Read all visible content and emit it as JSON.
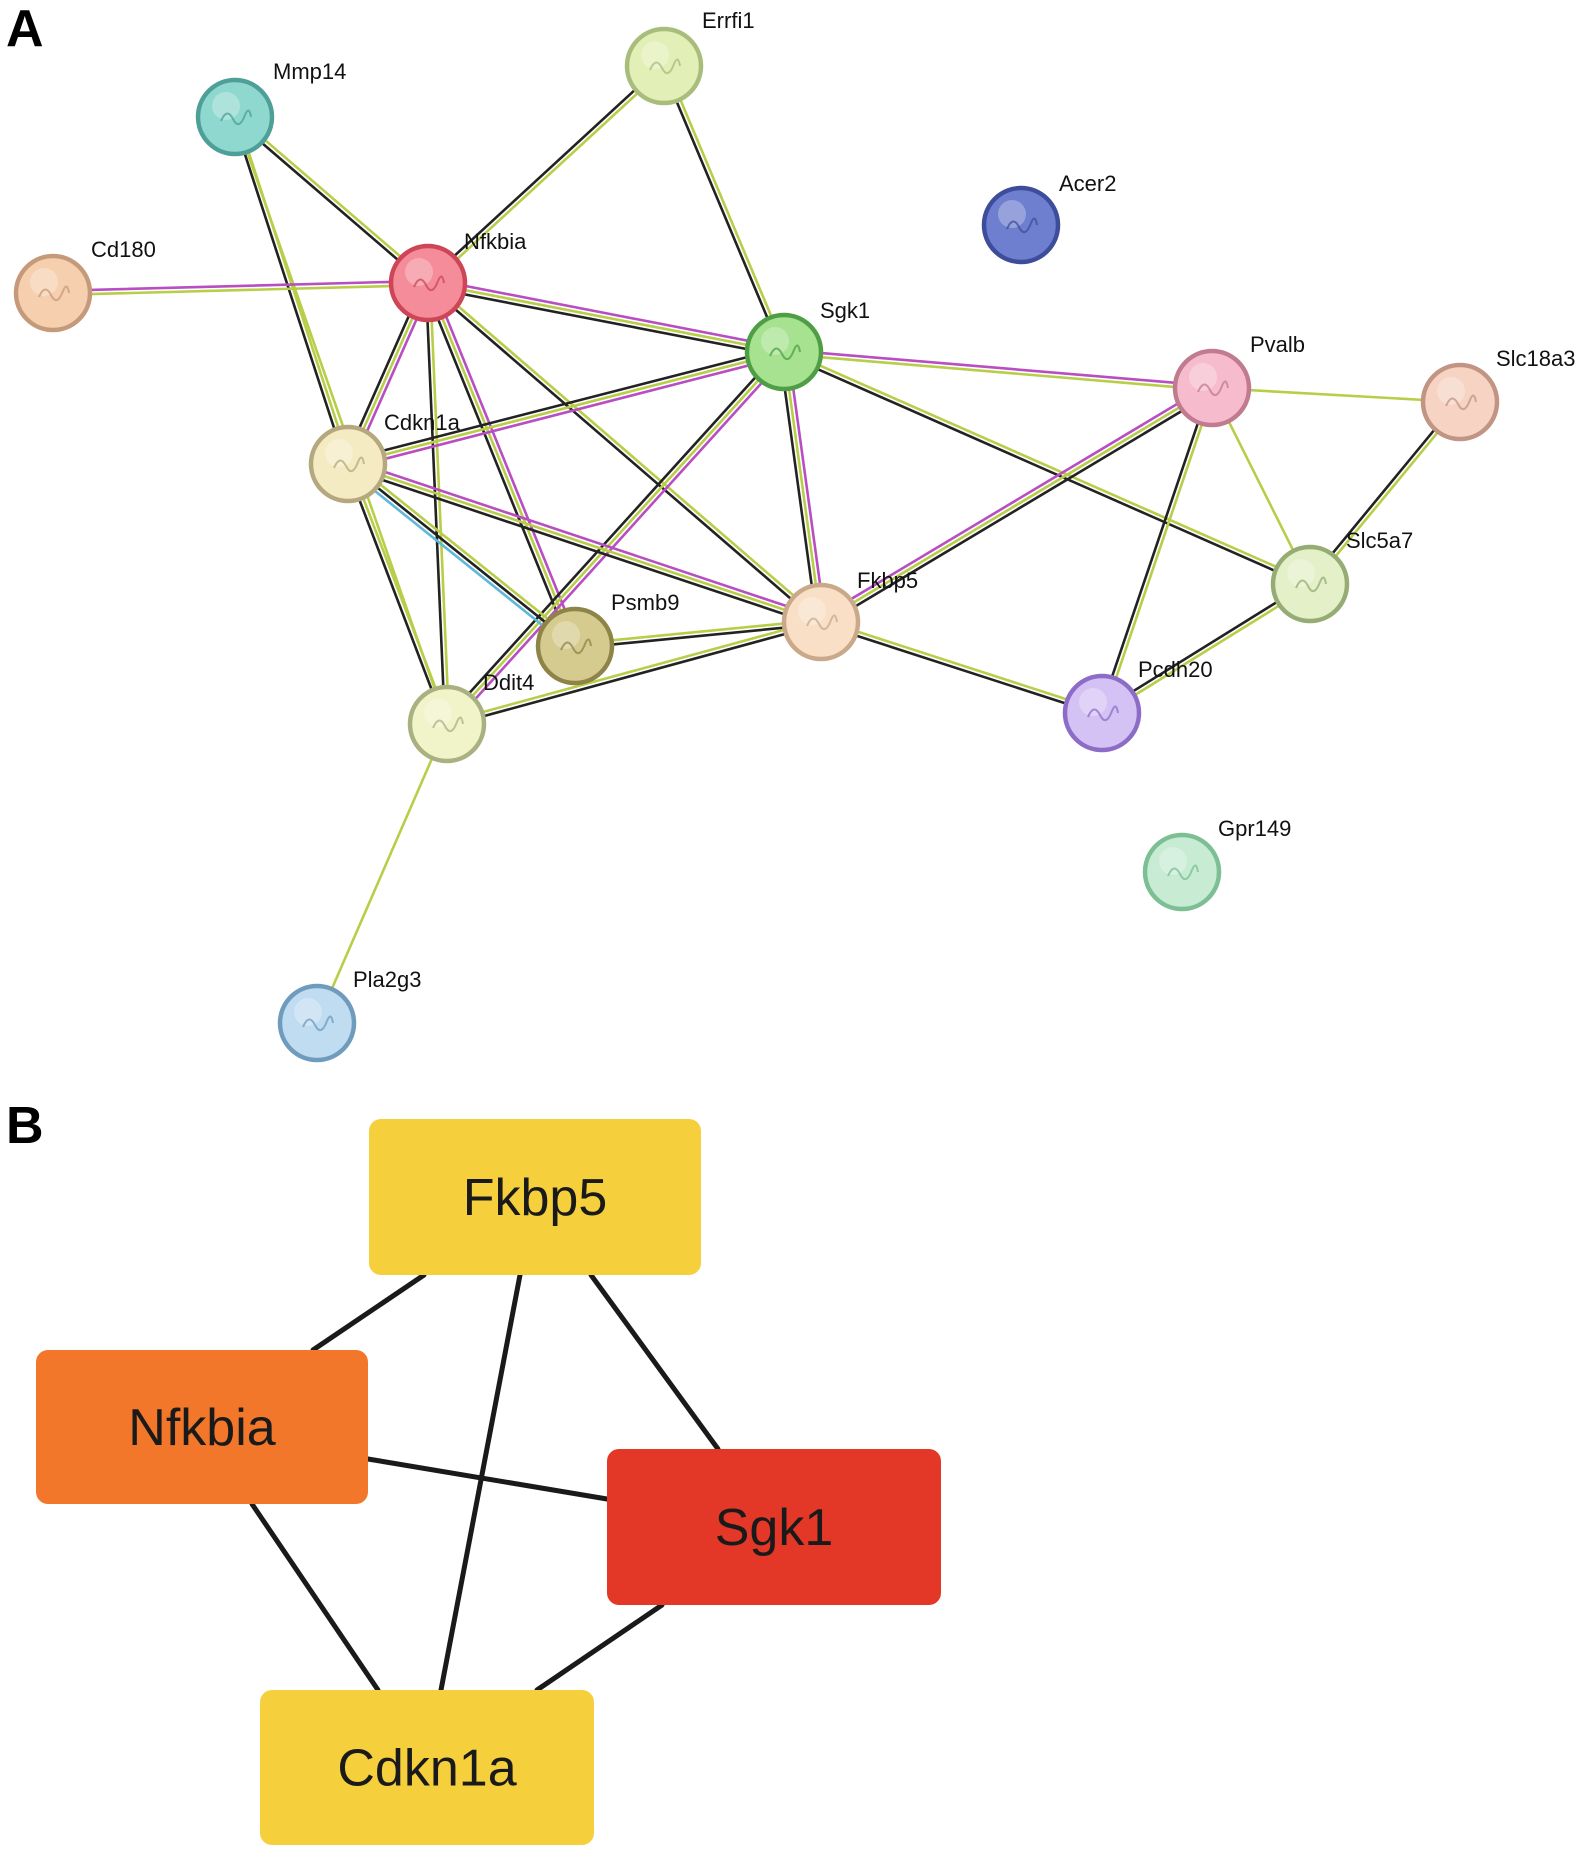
{
  "panel_a": {
    "label": "A",
    "nodes": [
      {
        "id": "Errfi1",
        "label": "Errfi1",
        "color": "#e2efb6",
        "border": "#a9bd7a"
      },
      {
        "id": "Mmp14",
        "label": "Mmp14",
        "color": "#8fd8cf",
        "border": "#4e9f97"
      },
      {
        "id": "Acer2",
        "label": "Acer2",
        "color": "#6f7fcf",
        "border": "#3d4d9a"
      },
      {
        "id": "Cd180",
        "label": "Cd180",
        "color": "#f6cfae",
        "border": "#c59a7a"
      },
      {
        "id": "Nfkbia",
        "label": "Nfkbia",
        "color": "#f48c99",
        "border": "#cd4556"
      },
      {
        "id": "Sgk1",
        "label": "Sgk1",
        "color": "#a6e28f",
        "border": "#4f9e45"
      },
      {
        "id": "Pvalb",
        "label": "Pvalb",
        "color": "#f6bccd",
        "border": "#c07b8f"
      },
      {
        "id": "Slc18a3",
        "label": "Slc18a3",
        "color": "#f6d3c3",
        "border": "#c19484"
      },
      {
        "id": "Cdkn1a",
        "label": "Cdkn1a",
        "color": "#f4ebc3",
        "border": "#b6a87e"
      },
      {
        "id": "Slc5a7",
        "label": "Slc5a7",
        "color": "#e3f0c8",
        "border": "#96ac74"
      },
      {
        "id": "Fkbp5",
        "label": "Fkbp5",
        "color": "#f8dfc6",
        "border": "#c9a98a"
      },
      {
        "id": "Psmb9",
        "label": "Psmb9",
        "color": "#d6cb8f",
        "border": "#8e8447"
      },
      {
        "id": "Ddit4",
        "label": "Ddit4",
        "color": "#f1f3c9",
        "border": "#aab181"
      },
      {
        "id": "Pcdh20",
        "label": "Pcdh20",
        "color": "#d5c2f4",
        "border": "#8d6cc8"
      },
      {
        "id": "Gpr149",
        "label": "Gpr149",
        "color": "#c7ecd3",
        "border": "#7cbf94"
      },
      {
        "id": "Pla2g3",
        "label": "Pla2g3",
        "color": "#bfdcf0",
        "border": "#6f9bbd"
      }
    ],
    "edges": [
      {
        "source": "Mmp14",
        "target": "Nfkbia",
        "types": [
          "textmining",
          "coexpression"
        ]
      },
      {
        "source": "Mmp14",
        "target": "Cdkn1a",
        "types": [
          "textmining",
          "coexpression"
        ]
      },
      {
        "source": "Mmp14",
        "target": "Ddit4",
        "types": [
          "textmining"
        ]
      },
      {
        "source": "Errfi1",
        "target": "Nfkbia",
        "types": [
          "textmining",
          "coexpression"
        ]
      },
      {
        "source": "Errfi1",
        "target": "Sgk1",
        "types": [
          "textmining",
          "coexpression"
        ]
      },
      {
        "source": "Cd180",
        "target": "Nfkbia",
        "types": [
          "experimental",
          "textmining"
        ]
      },
      {
        "source": "Nfkbia",
        "target": "Sgk1",
        "types": [
          "experimental",
          "textmining",
          "coexpression"
        ]
      },
      {
        "source": "Nfkbia",
        "target": "Cdkn1a",
        "types": [
          "experimental",
          "textmining",
          "coexpression"
        ]
      },
      {
        "source": "Nfkbia",
        "target": "Psmb9",
        "types": [
          "experimental",
          "textmining",
          "coexpression"
        ]
      },
      {
        "source": "Nfkbia",
        "target": "Ddit4",
        "types": [
          "textmining",
          "coexpression"
        ]
      },
      {
        "source": "Nfkbia",
        "target": "Fkbp5",
        "types": [
          "textmining",
          "coexpression"
        ]
      },
      {
        "source": "Sgk1",
        "target": "Cdkn1a",
        "types": [
          "experimental",
          "textmining",
          "coexpression"
        ]
      },
      {
        "source": "Sgk1",
        "target": "Ddit4",
        "types": [
          "experimental",
          "textmining",
          "coexpression"
        ]
      },
      {
        "source": "Sgk1",
        "target": "Fkbp5",
        "types": [
          "experimental",
          "textmining",
          "coexpression"
        ]
      },
      {
        "source": "Sgk1",
        "target": "Pvalb",
        "types": [
          "experimental",
          "textmining"
        ]
      },
      {
        "source": "Sgk1",
        "target": "Slc5a7",
        "types": [
          "textmining",
          "coexpression"
        ]
      },
      {
        "source": "Cdkn1a",
        "target": "Psmb9",
        "types": [
          "textmining",
          "coexpression",
          "database"
        ]
      },
      {
        "source": "Cdkn1a",
        "target": "Fkbp5",
        "types": [
          "experimental",
          "textmining",
          "coexpression"
        ]
      },
      {
        "source": "Cdkn1a",
        "target": "Ddit4",
        "types": [
          "textmining",
          "coexpression"
        ]
      },
      {
        "source": "Psmb9",
        "target": "Fkbp5",
        "types": [
          "textmining",
          "coexpression"
        ]
      },
      {
        "source": "Ddit4",
        "target": "Fkbp5",
        "types": [
          "textmining",
          "coexpression"
        ]
      },
      {
        "source": "Ddit4",
        "target": "Pla2g3",
        "types": [
          "textmining"
        ]
      },
      {
        "source": "Fkbp5",
        "target": "Pvalb",
        "types": [
          "experimental",
          "textmining",
          "coexpression"
        ]
      },
      {
        "source": "Fkbp5",
        "target": "Pcdh20",
        "types": [
          "textmining",
          "coexpression"
        ]
      },
      {
        "source": "Pvalb",
        "target": "Slc18a3",
        "types": [
          "textmining"
        ]
      },
      {
        "source": "Pvalb",
        "target": "Slc5a7",
        "types": [
          "textmining"
        ]
      },
      {
        "source": "Pvalb",
        "target": "Pcdh20",
        "types": [
          "textmining",
          "coexpression"
        ]
      },
      {
        "source": "Slc18a3",
        "target": "Slc5a7",
        "types": [
          "textmining",
          "coexpression"
        ]
      },
      {
        "source": "Slc5a7",
        "target": "Pcdh20",
        "types": [
          "textmining",
          "coexpression"
        ]
      }
    ],
    "edge_colors": {
      "experimental": "#b84ec2",
      "textmining": "#b8ce48",
      "coexpression": "#222222",
      "database": "#5fb8d8"
    }
  },
  "panel_b": {
    "label": "B",
    "nodes": [
      {
        "id": "Fkbp5",
        "label": "Fkbp5",
        "color": "#f5cf3c"
      },
      {
        "id": "Nfkbia",
        "label": "Nfkbia",
        "color": "#f2772a"
      },
      {
        "id": "Sgk1",
        "label": "Sgk1",
        "color": "#e33828"
      },
      {
        "id": "Cdkn1a",
        "label": "Cdkn1a",
        "color": "#f5cf3c"
      }
    ],
    "edges": [
      {
        "source": "Fkbp5",
        "target": "Nfkbia"
      },
      {
        "source": "Fkbp5",
        "target": "Sgk1"
      },
      {
        "source": "Fkbp5",
        "target": "Cdkn1a"
      },
      {
        "source": "Nfkbia",
        "target": "Sgk1"
      },
      {
        "source": "Nfkbia",
        "target": "Cdkn1a"
      },
      {
        "source": "Sgk1",
        "target": "Cdkn1a"
      }
    ],
    "edge_color": "#1a1a1a"
  }
}
